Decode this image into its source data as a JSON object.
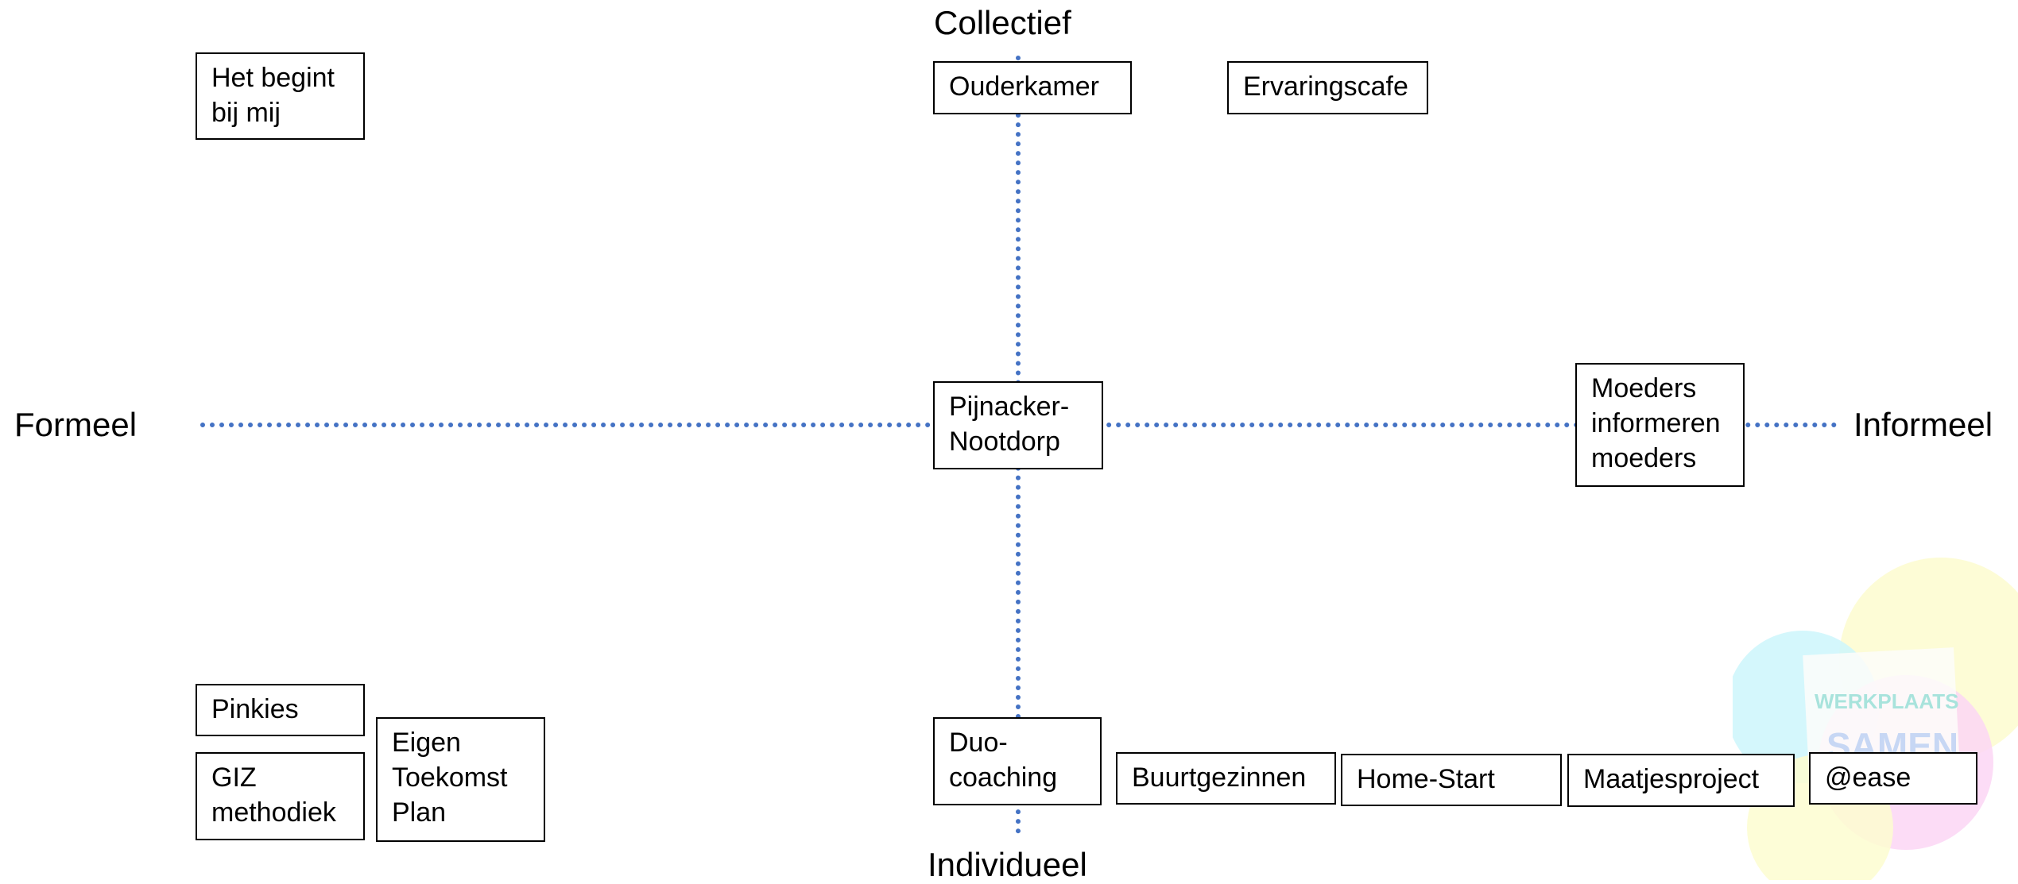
{
  "axes": {
    "top": "Collectief",
    "bottom": "Individueel",
    "left": "Formeel",
    "right": "Informeel"
  },
  "nodes": {
    "het_begint_bij_mij": [
      "Het begint",
      "bij mij"
    ],
    "ouderkamer": "Ouderkamer",
    "ervaringscafe": "Ervaringscafe",
    "pijnacker_nootdorp": [
      "Pijnacker-",
      "Nootdorp"
    ],
    "moeders_informeren_moeders": [
      "Moeders",
      "informeren",
      "moeders"
    ],
    "pinkies": "Pinkies",
    "giz_methodiek": [
      "GIZ",
      "methodiek"
    ],
    "eigen_toekomst_plan": [
      "Eigen",
      "Toekomst",
      "Plan"
    ],
    "duo_coaching": [
      "Duo-",
      "coaching"
    ],
    "buurtgezinnen": "Buurtgezinnen",
    "home_start": "Home-Start",
    "maatjesproject": "Maatjesproject",
    "ease": "@ease"
  },
  "logo": {
    "line1": "WERKPLAATS",
    "line2": "SAMEN",
    "colors": [
      "#cdf6fb",
      "#fdfccf",
      "#fcd6f4",
      "#fdfdd0"
    ]
  }
}
